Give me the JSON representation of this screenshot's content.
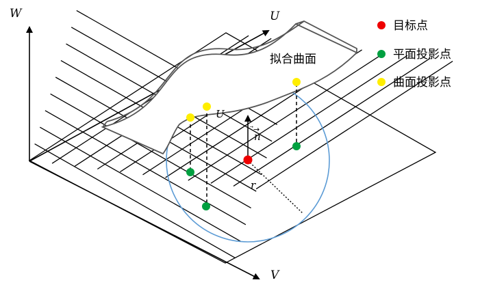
{
  "axes": {
    "w": "W",
    "u": "U",
    "v": "V"
  },
  "surface_label": "拟合曲面",
  "symbols": {
    "u_local": "U",
    "normal": "n",
    "radius": "r"
  },
  "legend": [
    {
      "label": "目标点",
      "color": "#ff0000"
    },
    {
      "label": "平面投影点",
      "color": "#00a040"
    },
    {
      "label": "曲面投影点",
      "color": "#ffee00"
    }
  ],
  "colors": {
    "circle": "#5b9bd5",
    "target": "#ee0000",
    "plane_point": "#00a040",
    "surface_point": "#ffee00"
  }
}
